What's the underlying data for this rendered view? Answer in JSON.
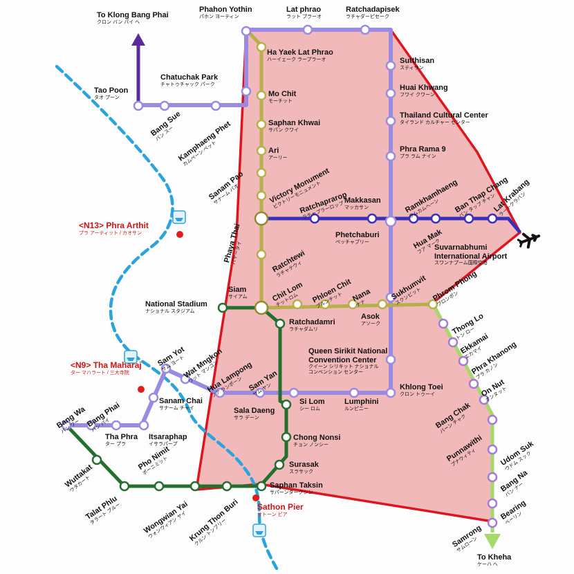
{
  "colors": {
    "zone_fill": "#f2b9bb",
    "zone_border": "#e0141c",
    "river": "#2ba3dc",
    "purple": "#9a8be0",
    "deep_purple": "#5b2a9e",
    "olive": "#b7b04a",
    "olive_dark": "#8e8a2f",
    "dark_green": "#246e2e",
    "light_green": "#a6d86b",
    "violet": "#a57ad8",
    "blue_line": "#3a2fb8",
    "pier": "#e11b1b"
  },
  "icons": {
    "north_arrow": "arrow-up-icon",
    "south_arrow": "arrow-down-icon",
    "airport": "airplane-icon",
    "pier": "boat-icon"
  },
  "labels": {
    "to_klong": {
      "en": "To Klong Bang Phai",
      "jp": "クロン バン パイ へ"
    },
    "phahon_yothin": {
      "en": "Phahon Yothin",
      "jp": "パホン ヨーティン"
    },
    "lat_phrao": {
      "en": "Lat phrao",
      "jp": "ラット プラーオ"
    },
    "ratchadapisek": {
      "en": "Ratchadapisek",
      "jp": "ラチャダーピセーク"
    },
    "ha_yaek": {
      "en": "Ha Yaek Lat Phrao",
      "jp": "ハーイェーク ラープラーオ"
    },
    "chatuchak": {
      "en": "Chatuchak Park",
      "jp": "チャトゥチャック パーク"
    },
    "tao_poon": {
      "en": "Tao Poon",
      "jp": "タオ プーン"
    },
    "mo_chit": {
      "en": "Mo Chit",
      "jp": "モーチット"
    },
    "saphan_khwai": {
      "en": "Saphan Khwai",
      "jp": "サパン クワイ"
    },
    "bang_sue": {
      "en": "Bang Sue",
      "jp": "バン スー"
    },
    "kamphaeng": {
      "en": "Kamphaeng Phet",
      "jp": "カムペーン ペット"
    },
    "sutthisan": {
      "en": "Sutthisan",
      "jp": "スティサン"
    },
    "huai_khwang": {
      "en": "Huai Khwang",
      "jp": "フワイ クワーン"
    },
    "thailand_cultural": {
      "en": "Thailand Cultural Center",
      "jp": "タイランド カルチャー センター"
    },
    "phra_rama9": {
      "en": "Phra Rama 9",
      "jp": "プラ ラム ナイン"
    },
    "ari": {
      "en": "Ari",
      "jp": "アーリー"
    },
    "sanam_pao": {
      "en": "Sanam Pao",
      "jp": "サナーム パオ"
    },
    "victory": {
      "en": "Victory Monument",
      "jp": "ビクトリーモニュメント"
    },
    "ratchaprarop": {
      "en": "Ratchaprarop",
      "jp": "ラチャプラーロップ"
    },
    "makkasan": {
      "en": "Makkasan",
      "jp": "マッカサン"
    },
    "ramkhamhaeng": {
      "en": "Ramkhamhaeng",
      "jp": "ラムカムヘーン"
    },
    "ban_thap_chang": {
      "en": "Ban Thap Chang",
      "jp": "バン タップ チャン"
    },
    "lat_krabang": {
      "en": "Lat Krabang",
      "jp": "ラートクラバン"
    },
    "phra_arthit": {
      "en": "<N13> Phra Arthit",
      "jp": "プラ アーティット / カオサン"
    },
    "phaya_thai": {
      "en": "Phaya Thai",
      "jp": "パヤータイ"
    },
    "phetchaburi": {
      "en": "Phetchaburi",
      "jp": "ペッチャブリー"
    },
    "hua_mak": {
      "en": "Hua Mak",
      "jp": "フア マーク"
    },
    "suvarnabhumi": {
      "en": "Suvarnabhumi",
      "en2": "International Airport",
      "jp": "スワンナプーム国際空港"
    },
    "ratchatewi": {
      "en": "Ratchtewi",
      "jp": "ラチャテウィ"
    },
    "chit_lom": {
      "en": "Chit Lom",
      "jp": "チットロム"
    },
    "phloen_chit": {
      "en": "Phloen Chit",
      "jp": "プルンチット"
    },
    "nana": {
      "en": "Nana",
      "jp": "ナナ"
    },
    "sukhumvit": {
      "en": "Sukhumvit",
      "jp": "スクンビット"
    },
    "phrom_phong": {
      "en": "Phrom Phong",
      "jp": "プロンポン"
    },
    "siam": {
      "en": "Siam",
      "jp": "サイアム"
    },
    "national_stadium": {
      "en": "National Stadium",
      "jp": "ナショナル スタジアム"
    },
    "asok": {
      "en": "Asok",
      "jp": "アソーク"
    },
    "thong_lo": {
      "en": "Thong Lo",
      "jp": "トン ロー"
    },
    "ratchadamri": {
      "en": "Ratchadamri",
      "jp": "ラチャダムリ"
    },
    "ekkamai": {
      "en": "Ekkamai",
      "jp": "エカマイ"
    },
    "qsncc": {
      "en": "Queen Sirikit National",
      "en2": "Convention Center",
      "jp": "クイーン シリキット ナショナル",
      "jp2": "コンベンション センター"
    },
    "phra_khanong": {
      "en": "Phra Khanong",
      "jp": "プラ カノン"
    },
    "sam_yot": {
      "en": "Sam Yot",
      "jp": "サム ヨート"
    },
    "wat_mangkon": {
      "en": "Wat Mngkon",
      "jp": "ワット マンコン"
    },
    "tha_maharaj": {
      "en": "<N9> Tha Maharaj",
      "jp": "ター マハラート / 三大寺院"
    },
    "hua_lamphong": {
      "en": "Hua Lampong",
      "jp": "フア ランポーン"
    },
    "sam_yan": {
      "en": "Sam Yan",
      "jp": "サム ヤン"
    },
    "on_nut": {
      "en": "On Nut",
      "jp": "オンヌット"
    },
    "khlong_toei": {
      "en": "Khlong Toei",
      "jp": "クロン トゥーイ"
    },
    "bang_wa": {
      "en": "Bang Wa",
      "jp": "バン ワー"
    },
    "bang_phai": {
      "en": "Bang Phai",
      "jp": "バン パイ"
    },
    "sanam_chai": {
      "en": "Sanam Chai",
      "jp": "サナーム チャイ"
    },
    "si_lom": {
      "en": "Si Lom",
      "jp": "シー ロム"
    },
    "lumphini": {
      "en": "Lumphini",
      "jp": "ルンピニー"
    },
    "sala_daeng": {
      "en": "Sala Daeng",
      "jp": "サラ デーン"
    },
    "tha_phra": {
      "en": "Tha Phra",
      "jp": "ター プラ"
    },
    "itsaraphap": {
      "en": "Itsaraphap",
      "jp": "イサラパープ"
    },
    "bang_chak": {
      "en": "Bang Chak",
      "jp": "バーン チャク"
    },
    "chong_nonsi": {
      "en": "Chong Nonsi",
      "jp": "チョン ノンシー"
    },
    "pho_nimit": {
      "en": "Pho Nimit",
      "jp": "ポーニミット"
    },
    "udom_suk": {
      "en": "Udom Suk",
      "jp": "ウドム スック"
    },
    "punnawithi": {
      "en": "Punnawithi",
      "jp": "プナウィティ"
    },
    "wuttakat": {
      "en": "Wuttakat",
      "jp": "ウタカート"
    },
    "surasak": {
      "en": "Surasak",
      "jp": "スラサック"
    },
    "bang_na": {
      "en": "Bang Na",
      "jp": "バン ナー"
    },
    "talat_phlu": {
      "en": "Talat Phlu",
      "jp": "タラート プルー"
    },
    "saphan_taksin": {
      "en": "Saphan Taksin",
      "jp": "サパーンタークシン"
    },
    "wongwian_yai": {
      "en": "Wongwian Yai",
      "jp": "ウォンウィアン ヤイ"
    },
    "bearing": {
      "en": "Bearing",
      "jp": "ベーリン"
    },
    "sathon_pier": {
      "en": "Sathon Pier",
      "jp": "サトーン ピア"
    },
    "krung_thon": {
      "en": "Krung Thon Buri",
      "jp": "クルン トンブリー"
    },
    "samrong": {
      "en": "Samrong",
      "jp": "サムローン"
    },
    "to_kheha": {
      "en": "To Kheha",
      "jp": "ケーハ へ"
    }
  }
}
